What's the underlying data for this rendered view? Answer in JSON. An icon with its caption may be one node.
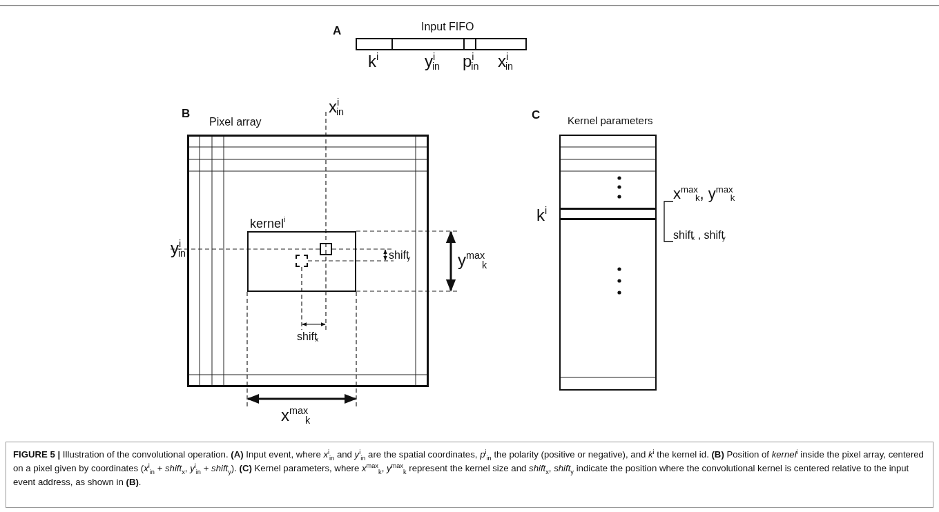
{
  "diagram": {
    "caption": "**FIGURE 5 |** Illustration of the convolutional operation. **(A)** Input event, where *x*$^{i}$$_{in}$ and *y*$^{i}$$_{in}$ are the spatial coordinates, *p*$^{i}$$_{in}$ the polarity (positive or negative), and *k*$^{i}$ the kernel id. **(B)** Position of *kernel*$^{i}$ inside the pixel array, centered on a pixel given by coordinates (*x*$^{i}$$_{in}$ + *shift*$_{x}$, *y*$^{i}$$_{in}$ + *shift*$_{y}$). **(C)** Kernel parameters, where *x*$^{max}$$_{k}$, *y*$^{max}$$_{k}$ represent the kernel size and *shift*$_{x}$, *shift*$_{y}$ indicate the position where the convolutional kernel is centered relative to the input event address, as shown in **(B)**.",
    "nodes": [
      {
        "text": [
          "Input FIFO"
        ]
      },
      {
        "text": [],
        "shape": "box",
        "in": 0
      },
      {
        "text": [],
        "shape": "box",
        "in": 0
      },
      {
        "text": [],
        "shape": "box",
        "in": 0
      },
      {
        "text": [],
        "shape": "box",
        "in": 0
      },
      {
        "text": [
          "Pixel array"
        ]
      },
      {
        "text": [
          "kernel$^{i}$"
        ],
        "in": 5
      },
      {
        "text": [],
        "shape": "box",
        "in": 6
      },
      {
        "text": [],
        "shape": "box",
        "in": 6
      },
      {
        "text": [
          "Kernel parameters"
        ]
      },
      {
        "text": [
          "k$^{i}$"
        ],
        "in": 9
      }
    ],
    "labels": [
      "A",
      "k$^{i}$",
      "y$^{i}$$_{in}$",
      "p$^{i}$$_{in}$",
      "x$^{i}$$_{in}$",
      "B",
      "x$^{i}$$_{in}$",
      "y$^{i}$$_{in}$",
      "shift$_{y}$",
      "y$^{max}$$_{k}$",
      "shift$_{x}$",
      "x$^{max}$$_{k}$",
      "C",
      "x$^{max}$$_{k}$, y$^{max}$$_{k}$",
      "shift$_{x}$ , shift$_{y}$"
    ]
  }
}
